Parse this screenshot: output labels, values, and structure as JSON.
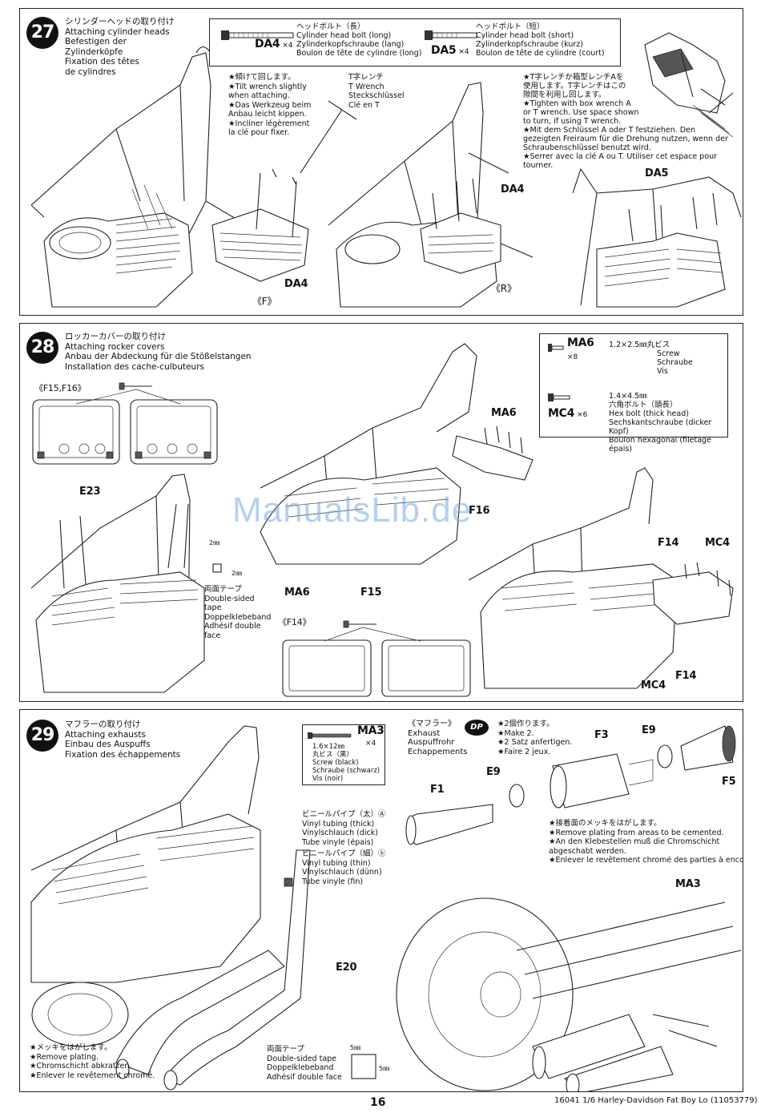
{
  "page": {
    "number": "16",
    "model": "16041 1/6 Harley-Davidson Fat Boy Lo (11053779)",
    "watermark": "ManualsLib.de"
  },
  "step27": {
    "num": "27",
    "title_jp": "シリンダーヘッドの取り付け",
    "title_en": "Attaching cylinder heads",
    "title_de_1": "Befestigen der",
    "title_de_2": "Zylinderköpfe",
    "title_fr_1": "Fixation des têtes",
    "title_fr_2": "de cylindres",
    "bolt_long": {
      "code": "DA4",
      "qty": "×4",
      "jp": "ヘッドボルト（長）",
      "en": "Cylinder head bolt (long)",
      "de": "Zylinderkopfschraube (lang)",
      "fr": "Boulon de tête de cylindre (long)"
    },
    "bolt_short": {
      "code": "DA5",
      "qty": "×4",
      "jp": "ヘッドボルト（短）",
      "en": "Cylinder head bolt (short)",
      "de": "Zylinderkopfschraube (kurz)",
      "fr": "Boulon de tête de cylindre (court)"
    },
    "note_tilt": [
      "★傾けて回します。",
      "★Tilt wrench slightly",
      "when attaching.",
      "★Das Werkzeug beim",
      "Anbau leicht kippen.",
      "★Incliner légèrement",
      "la clé pour fixer."
    ],
    "twrench": [
      "T字レンチ",
      "T Wrench",
      "Steckschlüssel",
      "Clé en T"
    ],
    "note_box": [
      "★T字レンチか箱型レンチAを",
      "使用します。T字レンチはこの",
      "隙間を利用し回します。",
      "★Tighten with box wrench A",
      "or T wrench. Use space shown",
      "to turn, if using T wrench.",
      "★Mit dem Schlüssel A oder T festziehen. Den",
      "gezeigten Freiraum für die Drehung nutzen, wenn der",
      "Schraubenschlüssel benutzt wird.",
      "★Serrer avec la clé A ou T. Utiliser cet espace pour",
      "tourner."
    ],
    "labels": {
      "da4_a": "DA4",
      "da4_b": "DA4",
      "da5": "DA5",
      "f": "《F》",
      "r": "《R》"
    }
  },
  "step28": {
    "num": "28",
    "title_jp": "ロッカーカバーの取り付け",
    "title_en": "Attaching rocker covers",
    "title_de": "Anbau der Abdeckung für die Stößelstangen",
    "title_fr": "Installation des cache-culbuteurs",
    "screw_ma6": {
      "code": "MA6",
      "qty": "×8",
      "size": "1.2×2.5㎜丸ビス",
      "en": "Screw",
      "de": "Schraube",
      "fr": "Vis"
    },
    "bolt_mc4": {
      "code": "MC4",
      "qty": "×6",
      "size": "1.4×4.5㎜",
      "jp": "六角ボルト（頭長）",
      "en": "Hex bolt (thick head)",
      "de": "Sechskantschraube (dicker Kopf)",
      "fr": "Boulon hexagonal (filetage épais)"
    },
    "tape": [
      "両面テープ",
      "Double-sided",
      "tape",
      "Doppelklebeband",
      "Adhésif double",
      "face"
    ],
    "tape_dim_w": "2㎜",
    "tape_dim_h": "2㎜",
    "labels": {
      "f15f16": "《F15,F16》",
      "e23": "E23",
      "ma6_a": "MA6",
      "ma6_b": "MA6",
      "f16": "F16",
      "f15": "F15",
      "f14_box": "《F14》",
      "f14_a": "F14",
      "f14_b": "F14",
      "mc4_a": "MC4",
      "mc4_b": "MC4"
    }
  },
  "step29": {
    "num": "29",
    "title_jp": "マフラーの取り付け",
    "title_en": "Attaching exhausts",
    "title_de": "Einbau des Auspuffs",
    "title_fr": "Fixation des échappements",
    "screw_ma3": {
      "code": "MA3",
      "qty": "×4",
      "size": "1.6×12㎜",
      "jp": "丸ビス（黒）",
      "en": "Screw (black)",
      "de": "Schraube (schwarz)",
      "fr": "Vis (noir)"
    },
    "muffler": {
      "jp": "《マフラー》",
      "en": "Exhaust",
      "de": "Auspuffrohr",
      "fr": "Echappements",
      "badge": "DP"
    },
    "make2": [
      "★2個作ります。",
      "★Make 2.",
      "★2 Satz anfertigen.",
      "★Faire 2 jeux."
    ],
    "vinyl_thick": [
      "ビニールパイプ（太）Ⓐ",
      "Vinyl tubing (thick)",
      "Vinylschlauch (dick)",
      "Tube vinyle (épais)"
    ],
    "vinyl_thin": [
      "ビニールパイプ（細）ⓑ",
      "Vinyl tubing (thin)",
      "Vinylschlauch (dünn)",
      "Tube vinyle (fin)"
    ],
    "remove_cemented": [
      "★接着面のメッキをはがします。",
      "★Remove plating from areas to be cemented.",
      "★An den Klebestellen muß die Chromschicht",
      "abgeschabt werden.",
      "★Enlever le revêtement chromé des parties à encoller."
    ],
    "remove_plating": [
      "★メッキをはがします。",
      "★Remove plating.",
      "★Chromschicht abkratzen.",
      "★Enlever le revêtement chromé."
    ],
    "tape": [
      "両面テープ",
      "Double-sided tape",
      "Doppelklebeband",
      "Adhésif double face"
    ],
    "tape_dim_w": "5㎜",
    "tape_dim_h": "5㎜",
    "labels": {
      "f1": "F1",
      "f3": "F3",
      "f5": "F5",
      "e9_a": "E9",
      "e9_b": "E9",
      "e20": "E20",
      "ma3": "MA3"
    }
  }
}
